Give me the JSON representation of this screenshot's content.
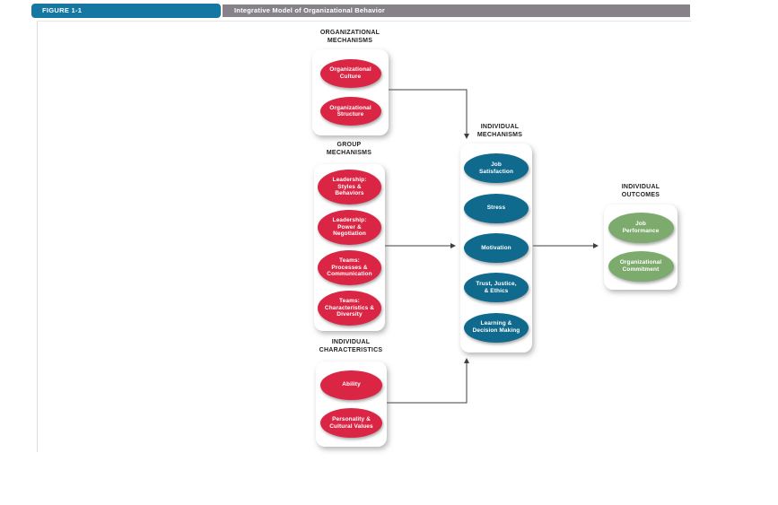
{
  "header": {
    "figure_label": "FIGURE 1-1",
    "title": "Integrative Model of Organizational Behavior"
  },
  "colors": {
    "badge_teal": "#1478A2",
    "title_bar_gray": "#87828A",
    "mechanism_red": "#DB2544",
    "mechanism_teal": "#0F6A8E",
    "outcome_green": "#7CAB6D",
    "arrow_gray": "#3F3F3F",
    "label_text": "#231F20"
  },
  "diagram": {
    "sections": [
      {
        "id": "organizational-mechanisms",
        "label": "ORGANIZATIONAL\nMECHANISMS",
        "node_color": "#DB2544",
        "nodes": [
          {
            "label": "Organizational\nCulture"
          },
          {
            "label": "Organizational\nStructure"
          }
        ]
      },
      {
        "id": "group-mechanisms",
        "label": "GROUP\nMECHANISMS",
        "node_color": "#DB2544",
        "nodes": [
          {
            "label": "Leadership:\nStyles &\nBehaviors"
          },
          {
            "label": "Leadership:\nPower &\nNegotiation"
          },
          {
            "label": "Teams:\nProcesses &\nCommunication"
          },
          {
            "label": "Teams:\nCharacteristics &\nDiversity"
          }
        ]
      },
      {
        "id": "individual-characteristics",
        "label": "INDIVIDUAL\nCHARACTERISTICS",
        "node_color": "#DB2544",
        "nodes": [
          {
            "label": "Ability"
          },
          {
            "label": "Personality &\nCultural Values"
          }
        ]
      },
      {
        "id": "individual-mechanisms",
        "label": "INDIVIDUAL\nMECHANISMS",
        "node_color": "#0F6A8E",
        "nodes": [
          {
            "label": "Job\nSatisfaction"
          },
          {
            "label": "Stress"
          },
          {
            "label": "Motivation"
          },
          {
            "label": "Trust, Justice,\n& Ethics"
          },
          {
            "label": "Learning &\nDecision Making"
          }
        ]
      },
      {
        "id": "individual-outcomes",
        "label": "INDIVIDUAL\nOUTCOMES",
        "node_color": "#7CAB6D",
        "nodes": [
          {
            "label": "Job\nPerformance"
          },
          {
            "label": "Organizational\nCommitment"
          }
        ]
      }
    ],
    "arrows": [
      {
        "from": "organizational-mechanisms",
        "to": "individual-mechanisms"
      },
      {
        "from": "group-mechanisms",
        "to": "individual-mechanisms"
      },
      {
        "from": "individual-characteristics",
        "to": "individual-mechanisms"
      },
      {
        "from": "individual-mechanisms",
        "to": "individual-outcomes"
      }
    ]
  }
}
